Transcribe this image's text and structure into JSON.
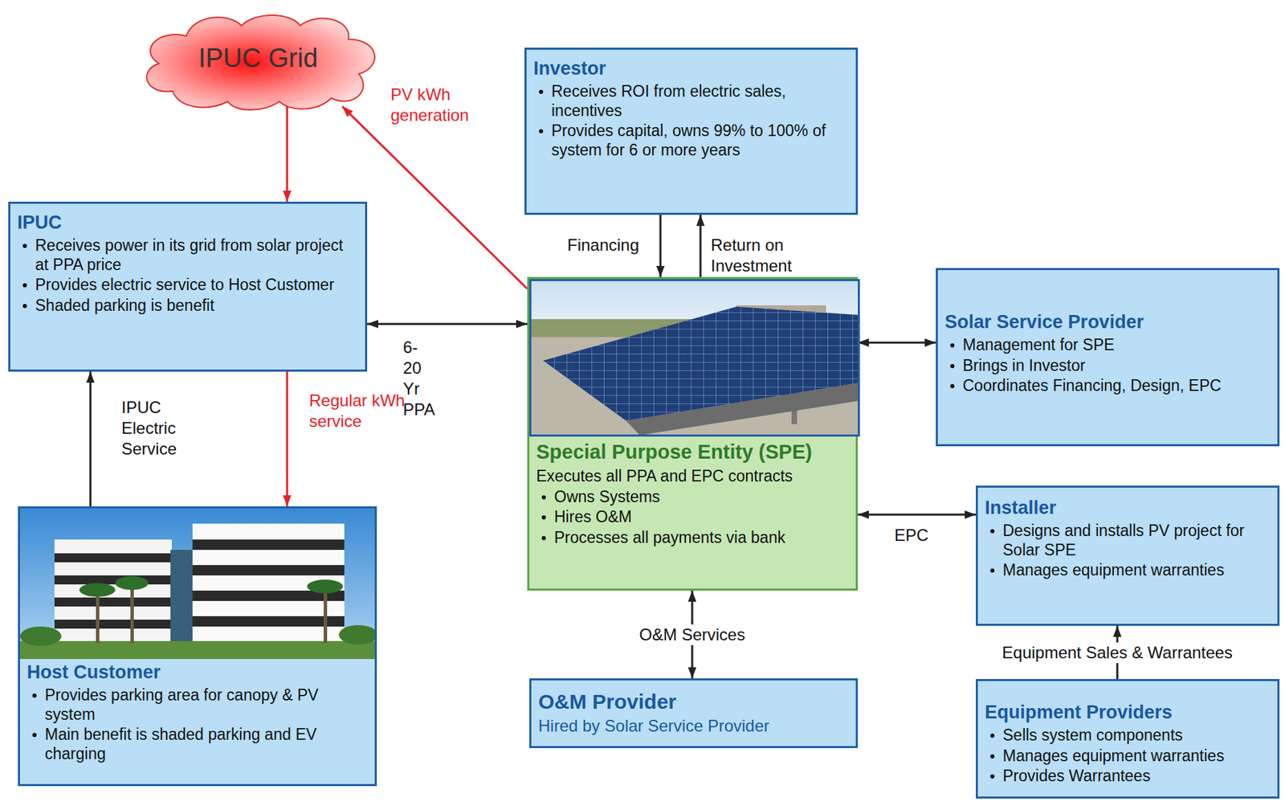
{
  "diagram": {
    "nodes": [
      {
        "text": [
          "IPUC Grid"
        ]
      },
      {
        "text": [
          "Investor",
          "Receives ROI from electric sales, incentives",
          "Provides capital, owns 99% to 100% of system for 6 or more years"
        ]
      },
      {
        "text": [
          "IPUC",
          "Receives power in its grid from solar project at PPA price",
          "Provides electric service to Host Customer",
          "Shaded parking is benefit"
        ]
      },
      {
        "text": [
          "Special Purpose Entity (SPE)",
          "Executes all PPA and EPC contracts",
          "Owns Systems",
          "Hires O&M",
          "Processes all payments via bank"
        ]
      },
      {
        "text": [
          "Solar Service Provider",
          "Management for SPE",
          "Brings in Investor",
          "Coordinates Financing, Design, EPC"
        ]
      },
      {
        "text": [
          "Installer",
          "Designs and installs PV project for Solar SPE",
          "Manages equipment warranties"
        ]
      },
      {
        "text": [
          "Host Customer",
          "Provides parking area for canopy & PV system",
          "Main benefit is shaded parking and EV charging"
        ]
      },
      {
        "text": [
          "O&M Provider",
          "Hired by Solar Service Provider"
        ]
      },
      {
        "text": [
          "Equipment Providers",
          "Sells system components",
          "Manages equipment warranties",
          "Provides Warrantees"
        ]
      }
    ],
    "edges": [
      {
        "from": 0,
        "to": 2,
        "arrow": "to"
      },
      {
        "from": 3,
        "to": 0,
        "label": "PV kWh generation",
        "arrow": "to"
      },
      {
        "from": 1,
        "to": 3,
        "label": "Financing",
        "arrow": "to"
      },
      {
        "from": 3,
        "to": 1,
        "label": "Return on Investment",
        "arrow": "to"
      },
      {
        "from": 2,
        "to": 3,
        "label": "6-20 Yr PPA",
        "arrow": "both"
      },
      {
        "from": 3,
        "to": 4,
        "arrow": "both"
      },
      {
        "from": 3,
        "to": 5,
        "label": "EPC",
        "arrow": "both"
      },
      {
        "from": 3,
        "to": 7,
        "label": "O&M Services",
        "arrow": "both"
      },
      {
        "from": 8,
        "to": 5,
        "label": "Equipment Sales & Warrantees",
        "arrow": "to"
      },
      {
        "from": 6,
        "to": 2,
        "label": "IPUC Electric Service",
        "arrow": "to"
      },
      {
        "from": 2,
        "to": 6,
        "label": "Regular kWh service",
        "arrow": "to"
      }
    ]
  }
}
